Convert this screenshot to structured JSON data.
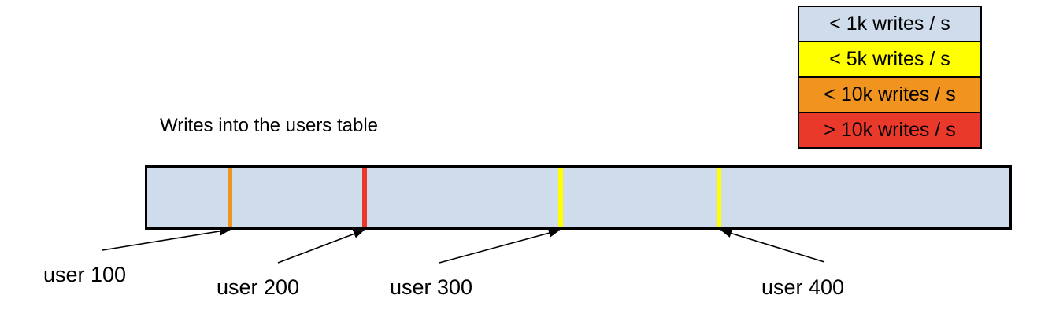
{
  "title": "Writes into the users table",
  "background_color": "#ffffff",
  "legend": {
    "items": [
      {
        "label": "< 1k writes / s",
        "color": "#cfdcec"
      },
      {
        "label": "< 5k writes / s",
        "color": "#ffff00"
      },
      {
        "label": "< 10k writes / s",
        "color": "#f0941f"
      },
      {
        "label": "> 10k writes / s",
        "color": "#e8392b"
      }
    ]
  },
  "bar": {
    "fill_color": "#cfdcec",
    "border_color": "#000000",
    "markers": [
      {
        "user": "user 100",
        "color": "#f0941f",
        "rate": "< 10k writes / s"
      },
      {
        "user": "user 200",
        "color": "#e8392b",
        "rate": "> 10k writes / s"
      },
      {
        "user": "user 300",
        "color": "#ffff00",
        "rate": "< 5k writes / s"
      },
      {
        "user": "user 400",
        "color": "#ffff00",
        "rate": "< 5k writes / s"
      }
    ]
  }
}
